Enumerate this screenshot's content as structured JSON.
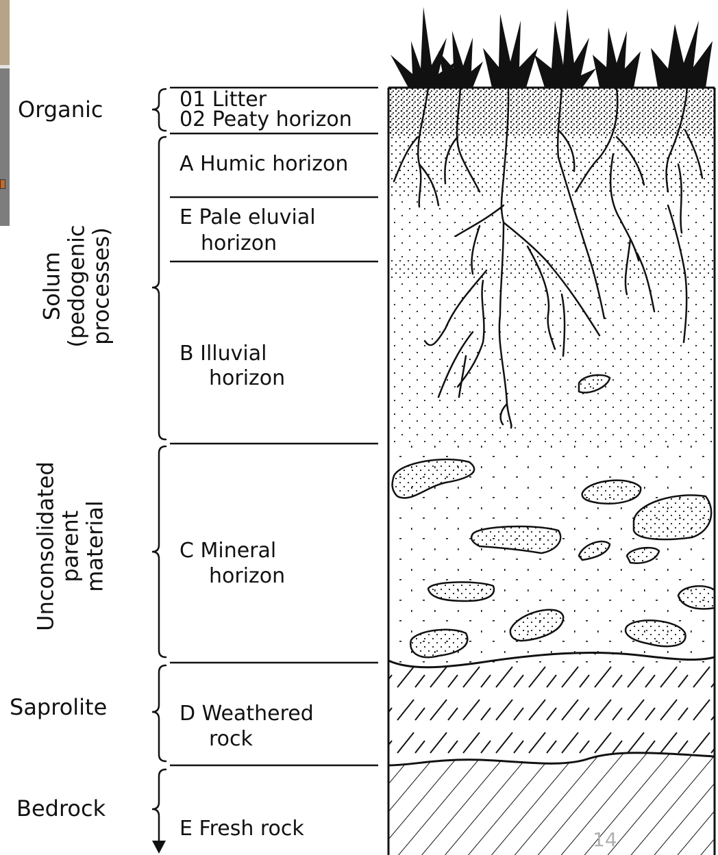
{
  "groups": {
    "organic": "Organic",
    "solum": [
      "Solum",
      "(pedogenic",
      "processes)"
    ],
    "unconsolidated": [
      "Unconsolidated",
      "parent",
      "material"
    ],
    "saprolite": "Saprolite",
    "bedrock": "Bedrock"
  },
  "horizons": {
    "o1": "01  Litter",
    "o2": "02  Peaty horizon",
    "a": "A Humic horizon",
    "e_line1": "E Pale eluvial",
    "e_line2": "horizon",
    "b_line1": "B Illuvial",
    "b_line2": "horizon",
    "c_line1": "C Mineral",
    "c_line2": "horizon",
    "d_line1": "D Weathered",
    "d_line2": "rock",
    "r": "E Fresh rock"
  },
  "page_number": "14",
  "colors": {
    "ink": "#111111",
    "page_number": "#b0b0b0"
  }
}
